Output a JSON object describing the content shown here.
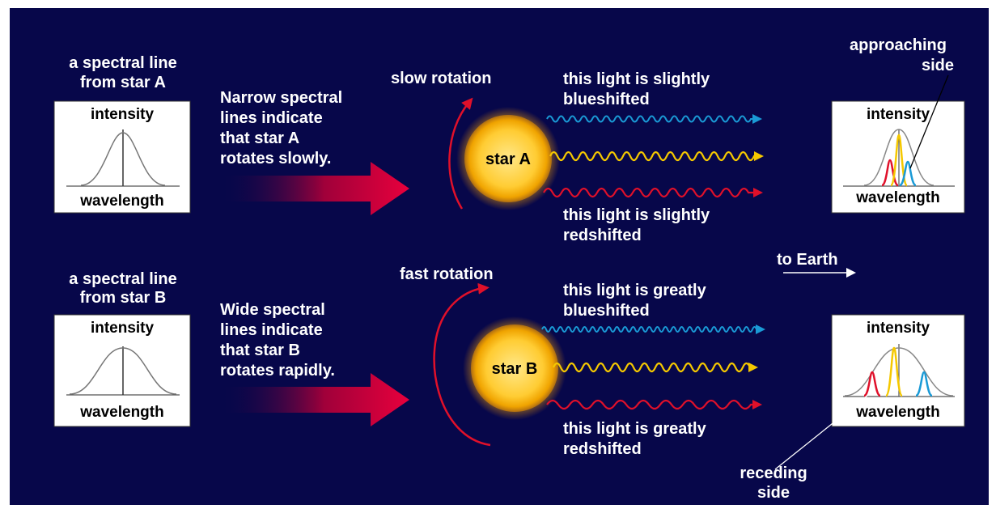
{
  "colors": {
    "background": "#07074a",
    "arrow_red": "#d4003a",
    "blue_light": "#1a9ad6",
    "yellow_light": "#f5c800",
    "red_light": "#e0102a",
    "star_core": "#ffe066",
    "star_edge": "#f0a800"
  },
  "top_row": {
    "line_label": [
      "a spectral line",
      "from star A"
    ],
    "graph": {
      "y_label": "intensity",
      "x_label": "wavelength"
    },
    "explanation": [
      "Narrow spectral",
      "lines indicate",
      "that star A",
      "rotates slowly."
    ],
    "rotation_label": "slow rotation",
    "star_label": "star A",
    "blue_caption": [
      "this light is slightly",
      "blueshifted"
    ],
    "red_caption": [
      "this light is slightly",
      "redshifted"
    ],
    "result_graph": {
      "y_label": "intensity",
      "x_label": "wavelength"
    },
    "side_label": [
      "approaching",
      "side"
    ]
  },
  "bottom_row": {
    "line_label": [
      "a spectral line",
      "from star B"
    ],
    "graph": {
      "y_label": "intensity",
      "x_label": "wavelength"
    },
    "explanation": [
      "Wide spectral",
      "lines indicate",
      "that star B",
      "rotates rapidly."
    ],
    "rotation_label": "fast rotation",
    "star_label": "star B",
    "blue_caption": [
      "this light is greatly",
      "blueshifted"
    ],
    "red_caption": [
      "this light is greatly",
      "redshifted"
    ],
    "result_graph": {
      "y_label": "intensity",
      "x_label": "wavelength"
    },
    "side_label": [
      "receding",
      "side"
    ]
  },
  "earth_label": "to Earth"
}
